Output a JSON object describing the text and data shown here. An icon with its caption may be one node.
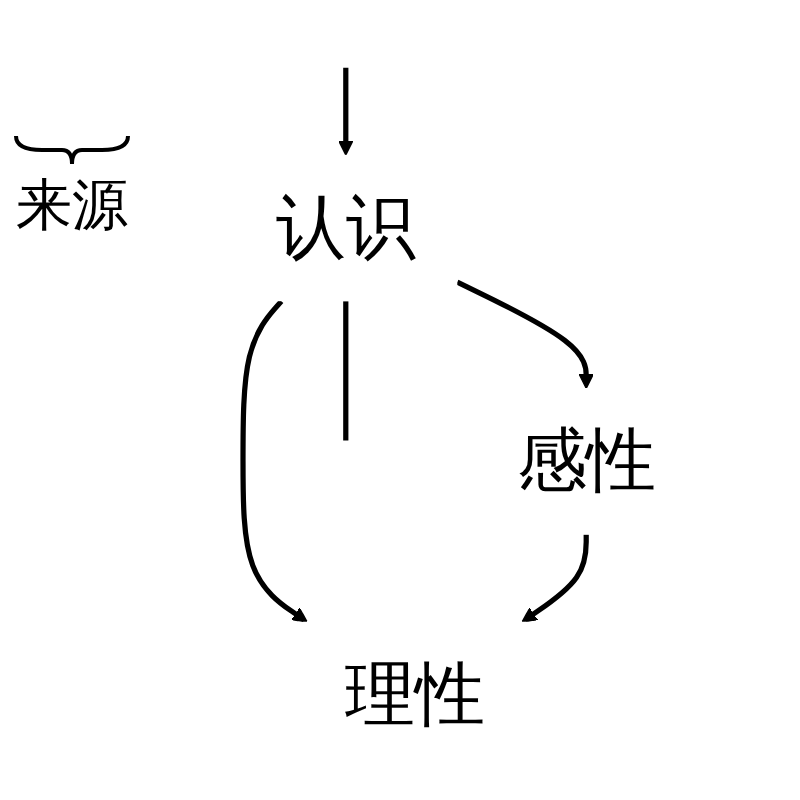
{
  "diagram": {
    "nodes": [
      {
        "text": [
          "认识"
        ]
      },
      {
        "text": [
          "感性"
        ]
      },
      {
        "text": [
          "理性"
        ]
      }
    ],
    "edges": [
      {
        "from": null,
        "to": 0,
        "arrow": "to"
      },
      {
        "from": 0,
        "to": null,
        "arrow": "none"
      },
      {
        "from": 0,
        "to": 1,
        "arrow": "to"
      },
      {
        "from": 0,
        "to": 2,
        "arrow": "to"
      },
      {
        "from": 1,
        "to": 2,
        "arrow": "to"
      }
    ],
    "labels": [
      "来源"
    ]
  }
}
